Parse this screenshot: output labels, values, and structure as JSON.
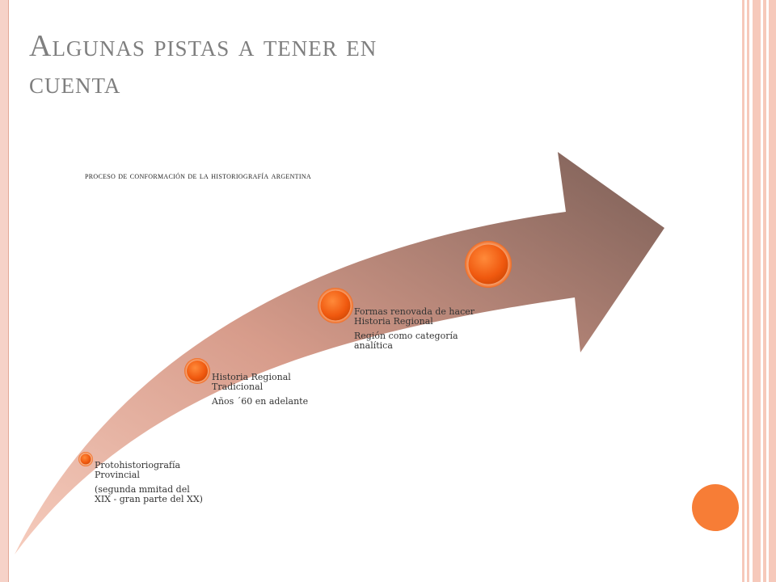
{
  "slide": {
    "title": "Algunas pistas a tener en cuenta",
    "process_label": "proceso de conformación de la historiografía argentina"
  },
  "diagram": {
    "nodes": [
      {
        "label": "Protohistoriografía Provincial",
        "detail": "(segunda mmitad del XIX - gran parte del XX)"
      },
      {
        "label": "Historia Regional Tradicional",
        "detail": "Años ´60 en adelante"
      },
      {
        "label": "Formas renovada de hacer Historia Regional",
        "detail": "Región como categoría analítica"
      },
      {
        "label": "",
        "detail": ""
      }
    ]
  },
  "colors": {
    "title": "#7f7f7f",
    "arrow_start": "#f3c4b4",
    "arrow_end": "#7c5f57",
    "node_orange": "#f3621a",
    "accent_circle": "#f77d36",
    "frame": "#f6c9bb"
  }
}
